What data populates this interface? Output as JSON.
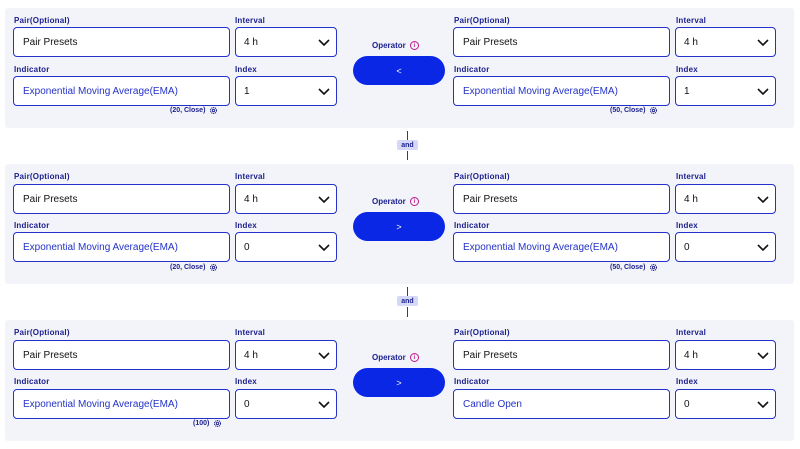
{
  "labels": {
    "pair": "Pair(Optional)",
    "interval": "Interval",
    "indicator": "Indicator",
    "index": "Index",
    "operator": "Operator",
    "info_glyph": "i"
  },
  "conditions": [
    {
      "left": {
        "pair": "Pair Presets",
        "interval": "4 h",
        "indicator": "Exponential Moving Average(EMA)",
        "index": "1",
        "params": "(20, Close)"
      },
      "operator": "<",
      "right": {
        "pair": "Pair Presets",
        "interval": "4 h",
        "indicator": "Exponential Moving Average(EMA)",
        "index": "1",
        "params": "(50, Close)"
      }
    },
    {
      "left": {
        "pair": "Pair Presets",
        "interval": "4 h",
        "indicator": "Exponential Moving Average(EMA)",
        "index": "0",
        "params": "(20, Close)"
      },
      "operator": ">",
      "right": {
        "pair": "Pair Presets",
        "interval": "4 h",
        "indicator": "Exponential Moving Average(EMA)",
        "index": "0",
        "params": "(50, Close)"
      }
    },
    {
      "left": {
        "pair": "Pair Presets",
        "interval": "4 h",
        "indicator": "Exponential Moving Average(EMA)",
        "index": "0",
        "params": "(100)"
      },
      "operator": ">",
      "right": {
        "pair": "Pair Presets",
        "interval": "4 h",
        "indicator": "Candle Open",
        "index": "0",
        "params": ""
      }
    }
  ],
  "joins": [
    "and",
    "and"
  ],
  "colors": {
    "accent": "#0b27e6",
    "border": "#2332c8",
    "panel": "#f3f3fa",
    "text": "#1a1f8c",
    "info": "#c0188a"
  },
  "icons": {
    "dropdown": "chevron-down-icon",
    "settings": "gear-icon",
    "info": "info-icon"
  }
}
